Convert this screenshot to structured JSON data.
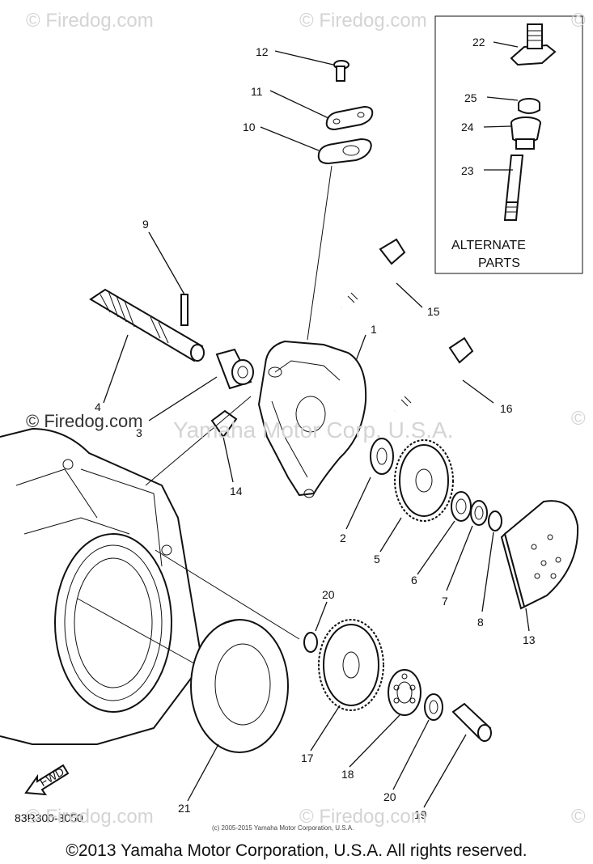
{
  "watermarks": {
    "top_left": "© Firedog.com",
    "top_center": "© Firedog.com",
    "top_right": "©",
    "mid_left": "© Firedog.com",
    "mid_center": "Yamaha Motor Corp. U.S.A.",
    "mid_right": "©",
    "bottom_left": "© Firedog.com",
    "bottom_center": "© Firedog.com",
    "bottom_right": "©"
  },
  "part_labels": {
    "p1": "1",
    "p2": "2",
    "p3": "3",
    "p4": "4",
    "p5": "5",
    "p6": "6",
    "p7": "7",
    "p8": "8",
    "p9": "9",
    "p10": "10",
    "p11": "11",
    "p12": "12",
    "p13": "13",
    "p14": "14",
    "p15": "15",
    "p16": "16",
    "p17": "17",
    "p18": "18",
    "p19": "19",
    "p20a": "20",
    "p20b": "20",
    "p21": "21",
    "p22": "22",
    "p23": "23",
    "p24": "24",
    "p25": "25"
  },
  "alternate_parts": {
    "line1": "ALTERNATE",
    "line2": "PARTS"
  },
  "fwd_arrow": "FWD",
  "diagram_code": "83R300-8050",
  "small_copyright": "(c) 2005-2015 Yamaha Motor Corporation, U.S.A.",
  "copyright": "©2013 Yamaha Motor Corporation, U.S.A. All rights reserved."
}
